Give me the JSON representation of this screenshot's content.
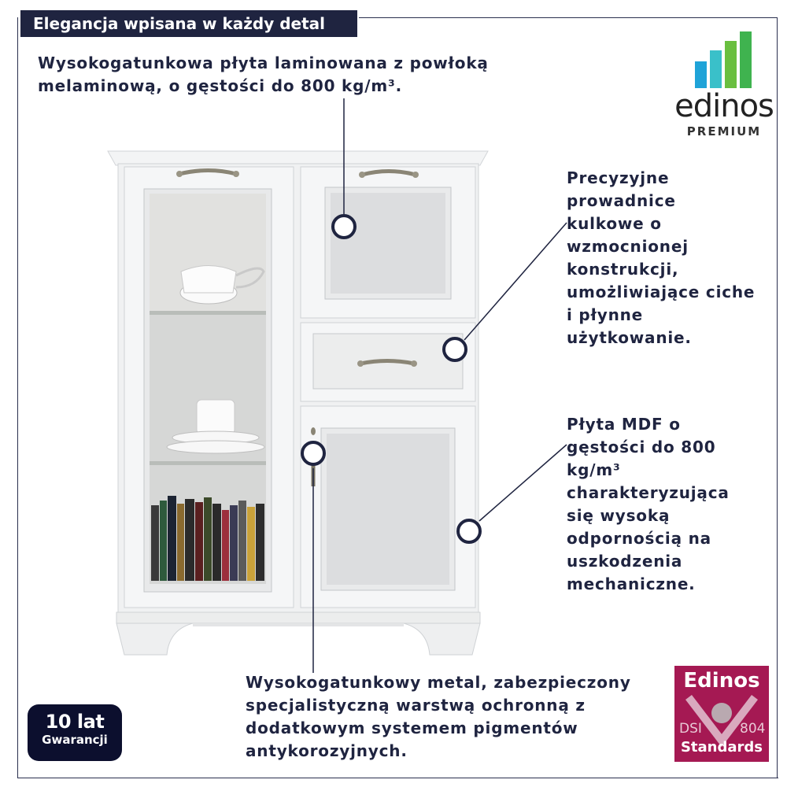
{
  "header": {
    "title": "Elegancja wpisana w każdy detal"
  },
  "callouts": {
    "top": [
      "Wysokogatunkowa płyta laminowana z powłoką",
      "melaminową, o gęstości do 800 kg/m³."
    ],
    "right1": [
      "Precyzyjne",
      "prowadnice",
      "kulkowe o",
      "wzmocnionej",
      "konstrukcji,",
      "umożliwiające ciche",
      "i płynne",
      "użytkowanie."
    ],
    "right2": [
      "Płyta MDF o",
      "gęstości do 800",
      "kg/m³",
      "charakteryzująca",
      "się wysoką",
      "odpornością na",
      "uszkodzenia",
      "mechaniczne."
    ],
    "bottom": [
      "Wysokogatunkowy metal, zabezpieczony",
      "specjalistyczną warstwą ochronną z",
      "dodatkowym systemem pigmentów",
      "antykorozyjnych."
    ]
  },
  "logo": {
    "word": "edinos",
    "sub": "PREMIUM",
    "colors": [
      "#1fa3d8",
      "#3ac0c9",
      "#69bf3f",
      "#3fb34f"
    ]
  },
  "badge": {
    "line1": "10 lat",
    "line2": "Gwarancji"
  },
  "standards": {
    "brand": "Edinos",
    "code_left": "DSI",
    "code_right": "804",
    "label": "Standards",
    "color": "#a51953"
  },
  "colors": {
    "navy": "#1f2440"
  }
}
